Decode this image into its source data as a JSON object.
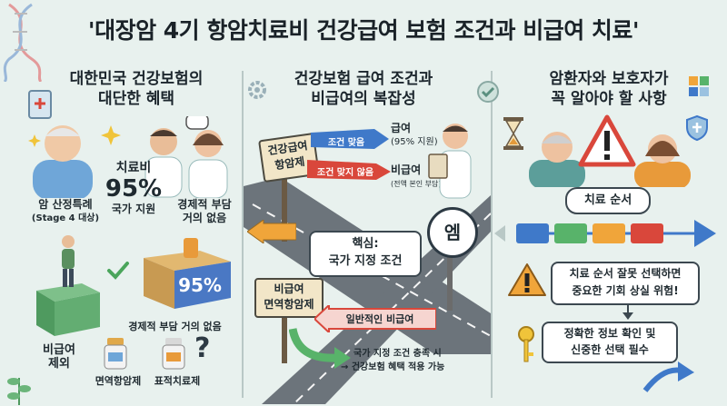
{
  "title": "'대장암 4기 항암치료비 건강급여 보험 조건과 비급여 치료'",
  "left": {
    "heading_line1": "대한민국 건강보험의",
    "heading_line2": "대단한 혜택",
    "special_line1": "암 산정특례",
    "special_line2": "(Stage 4 대상)",
    "fee_label": "치료비",
    "fee_pct": "95%",
    "fee_support": "국가 지원",
    "burden_line1": "경제적 부담",
    "burden_line2": "거의 없음",
    "box_pct": "95%",
    "box_caption": "경제적 부담 거의 없음",
    "nonpay_line1": "비급여",
    "nonpay_line2": "제외",
    "drug1": "면역항암제",
    "drug2": "표적치료제",
    "question": "?"
  },
  "middle": {
    "heading_line1": "건강보험 급여 조건과",
    "heading_line2": "비급여의 복잡성",
    "sign_top_line1": "건강급여",
    "sign_top_line2": "항암제",
    "arrow_match": "조건 맞음",
    "arrow_nomatch": "조건 맞지 않음",
    "pay_label": "급여",
    "pay_pct": "(95% 지원)",
    "nonpay_label": "비급여",
    "nonpay_note": "(전액 본인 부담)",
    "core_line1": "핵심:",
    "core_line2": "국가 지정 조건",
    "round_sign": "엠",
    "sign_bottom_line1": "비급여",
    "sign_bottom_line2": "면역항암제",
    "general_nonpay": "일반적인 비급여",
    "note_line1": "국가 지정 조건 충족 시",
    "note_line2": "→ 건강보험 혜택 적용 가능"
  },
  "right": {
    "heading_line1": "암환자와 보호자가",
    "heading_line2": "꼭 알아야 할 사항",
    "order_label": "치료 순서",
    "warn_line1": "치료 순서 잘못 선택하면",
    "warn_line2": "중요한 기회 상실 위험!",
    "check_line1": "정확한 정보 확인 및",
    "check_line2": "신중한 선택 필수"
  },
  "colors": {
    "background": "#e8f1ee",
    "accent_red": "#d9473b",
    "accent_orange": "#f0a53a",
    "accent_blue": "#3f79c9",
    "accent_green": "#58b36a"
  }
}
